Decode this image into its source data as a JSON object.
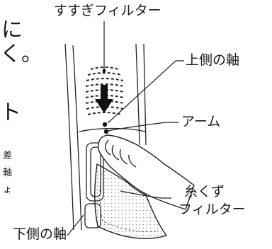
{
  "labels": {
    "rinse_filter": "すすぎフィルター",
    "upper_shaft": "上側の軸",
    "arm": "アーム",
    "lint_filter_line1": "糸くず",
    "lint_filter_line2": "フィルター",
    "lower_shaft": "下側の軸"
  },
  "cropped_text": {
    "top_chars": [
      "に",
      "く。"
    ],
    "middle_char": "ト",
    "side_chars": [
      "差",
      "軸",
      "ょ"
    ]
  }
}
